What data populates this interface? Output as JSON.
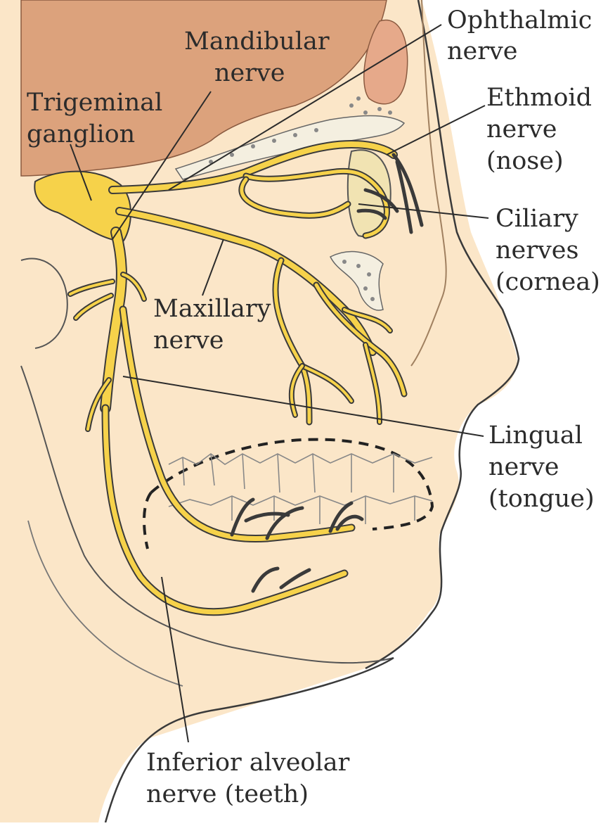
{
  "labels": {
    "ophthalmic": [
      "Ophthalmic",
      "nerve"
    ],
    "mandibular": [
      "Mandibular",
      "nerve"
    ],
    "trigeminal": [
      "Trigeminal",
      "ganglion"
    ],
    "ethmoid": [
      "Ethmoid",
      "nerve",
      "(nose)"
    ],
    "ciliary": [
      "Ciliary",
      "nerves",
      "(cornea)"
    ],
    "maxillary": [
      "Maxillary",
      "nerve"
    ],
    "lingual": [
      "Lingual",
      "nerve",
      "(tongue)"
    ],
    "inferior_alveolar": [
      "Inferior alveolar",
      "nerve (teeth)"
    ]
  },
  "colors": {
    "nerve": "#f6d24a",
    "skin": "#fbe6c8",
    "bone": "#d99f7a",
    "outline": "#3a3a3a"
  }
}
